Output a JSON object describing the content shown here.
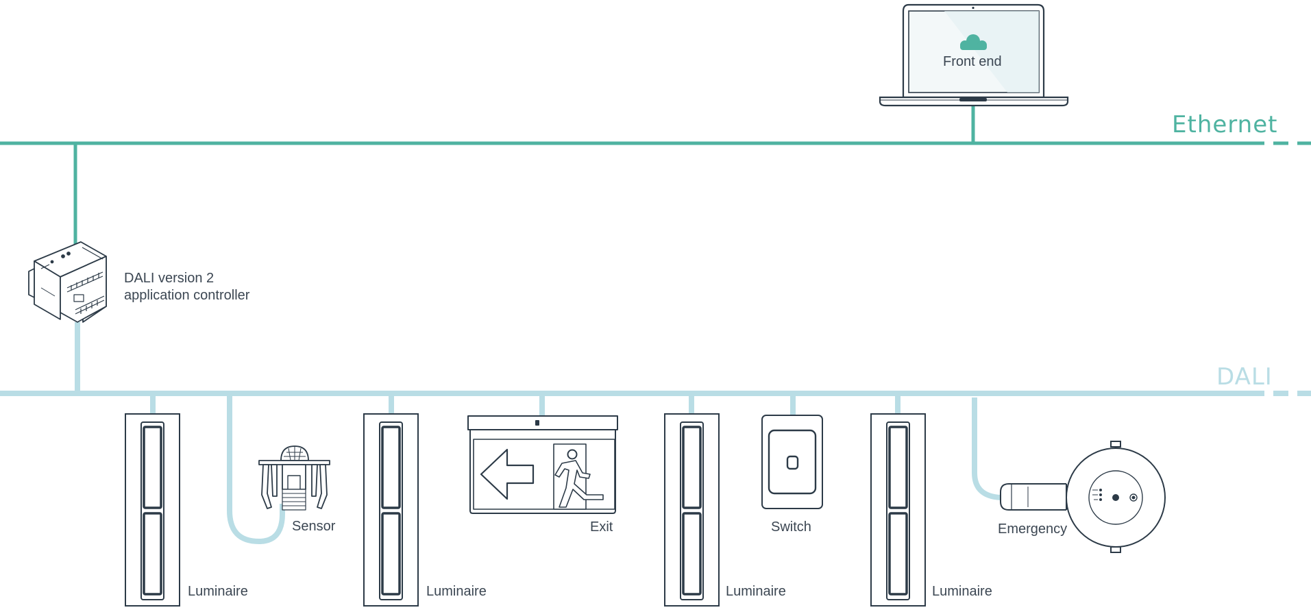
{
  "colors": {
    "ethernet": "#4fb3a1",
    "dali": "#b9dde5",
    "outline": "#2c3a47",
    "cloud": "#4fb3a1"
  },
  "buses": {
    "ethernet_label": "Ethernet",
    "dali_label": "DALI"
  },
  "devices": {
    "front_end": "Front end",
    "controller_line1": "DALI version 2",
    "controller_line2": "application controller",
    "luminaire": "Luminaire",
    "sensor": "Sensor",
    "exit": "Exit",
    "switch": "Switch",
    "emergency": "Emergency"
  },
  "icons": {
    "laptop": "laptop-icon",
    "cloud": "cloud-icon",
    "controller": "din-rail-controller-icon",
    "luminaire": "linear-luminaire-icon",
    "sensor": "motion-sensor-icon",
    "exit": "exit-sign-icon",
    "switch": "wall-switch-icon",
    "emergency": "emergency-downlight-icon"
  }
}
